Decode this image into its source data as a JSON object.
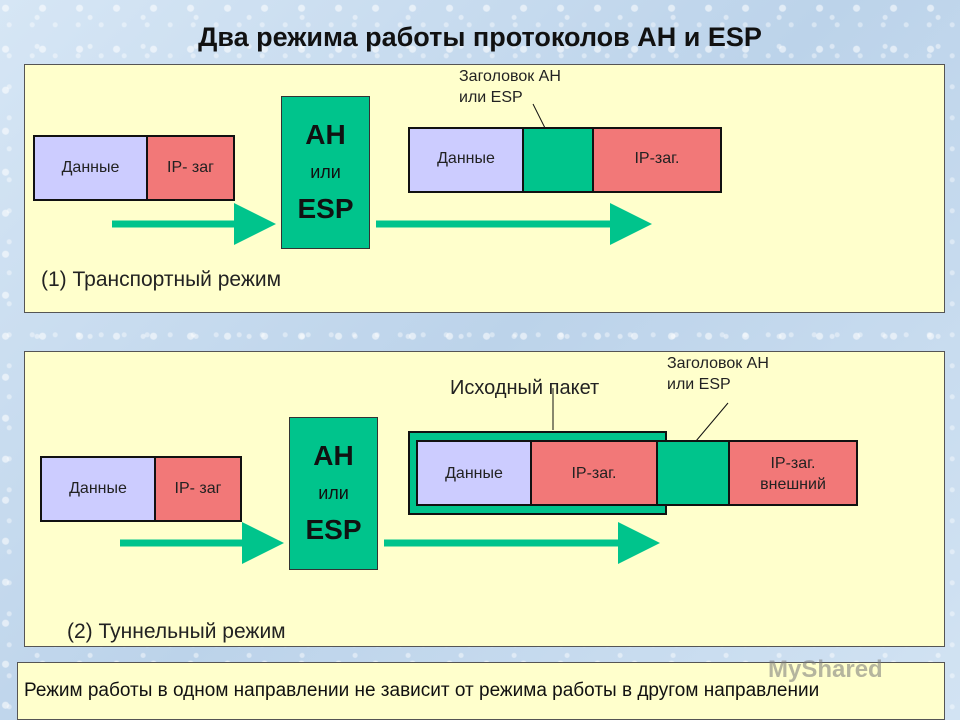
{
  "title": "Два режима работы протоколов АН и ESP",
  "transport": {
    "orig_data": "Данные",
    "orig_ip": "IP- заг",
    "proto_top": "AH",
    "proto_mid": "или",
    "proto_bottom": "ESP",
    "res_data": "Данные",
    "res_ip": "IP-заг.",
    "note_line1": "Заголовок АН",
    "note_line2": "или ESP",
    "label": "(1) Транспортный режим"
  },
  "tunnel": {
    "orig_data": "Данные",
    "orig_ip": "IP- заг",
    "proto_top": "AH",
    "proto_mid": "или",
    "proto_bottom": "ESP",
    "source_packet": "Исходный пакет",
    "res_data": "Данные",
    "res_ip": "IP-заг.",
    "outer_ip_line1": "IP-заг.",
    "outer_ip_line2": "внешний",
    "note_line1": "Заголовок АН",
    "note_line2": "или ESP",
    "label": "(2) Туннельный режим"
  },
  "footer": "Режим работы в одном направлении не зависит от режима работы в другом направлении",
  "watermark": "MyShared",
  "colors": {
    "panel": "#ffffcc",
    "data": "#ccccff",
    "ip_header": "#f27878",
    "ah_esp": "#00c48c"
  }
}
